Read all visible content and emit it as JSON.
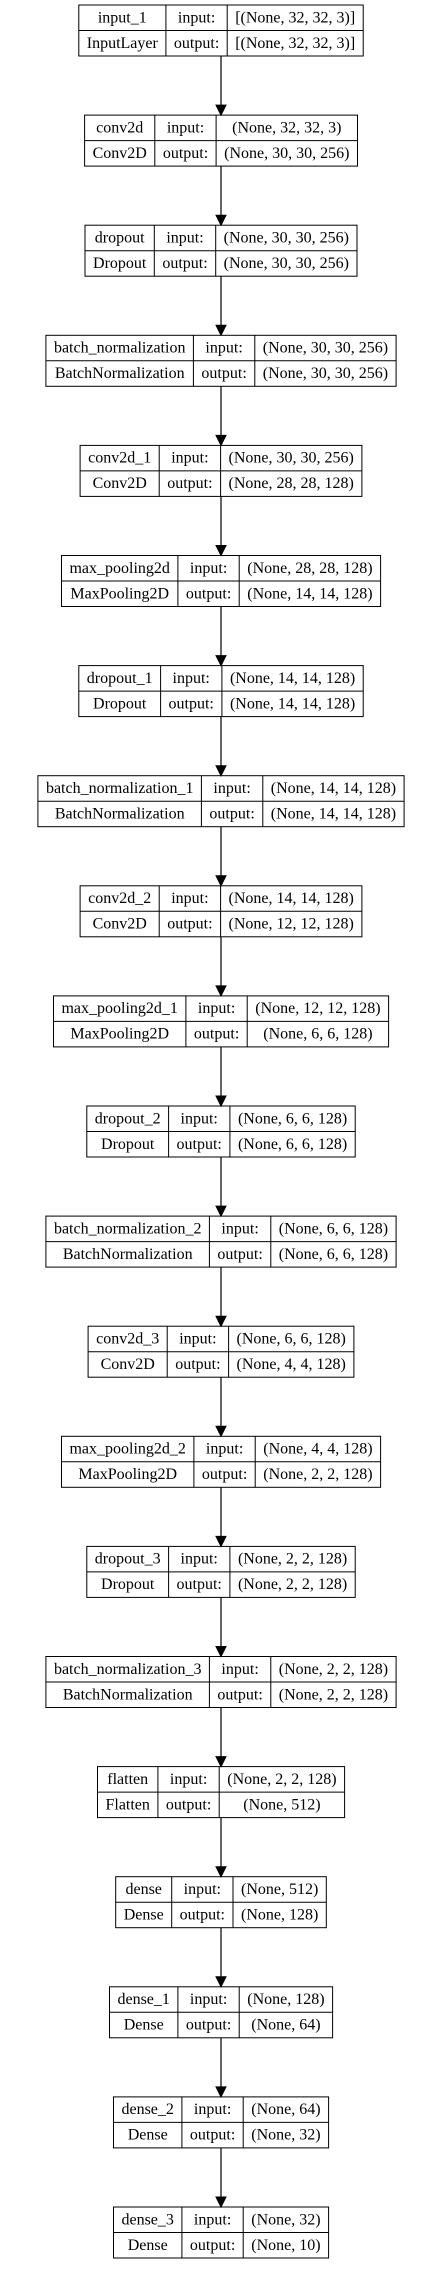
{
  "diagram": {
    "io_labels": {
      "input": "input:",
      "output": "output:"
    },
    "layers": [
      {
        "name": "input_1",
        "type": "InputLayer",
        "input": "[(None, 32, 32, 3)]",
        "output": "[(None, 32, 32, 3)]"
      },
      {
        "name": "conv2d",
        "type": "Conv2D",
        "input": "(None, 32, 32, 3)",
        "output": "(None, 30, 30, 256)"
      },
      {
        "name": "dropout",
        "type": "Dropout",
        "input": "(None, 30, 30, 256)",
        "output": "(None, 30, 30, 256)"
      },
      {
        "name": "batch_normalization",
        "type": "BatchNormalization",
        "input": "(None, 30, 30, 256)",
        "output": "(None, 30, 30, 256)"
      },
      {
        "name": "conv2d_1",
        "type": "Conv2D",
        "input": "(None, 30, 30, 256)",
        "output": "(None, 28, 28, 128)"
      },
      {
        "name": "max_pooling2d",
        "type": "MaxPooling2D",
        "input": "(None, 28, 28, 128)",
        "output": "(None, 14, 14, 128)"
      },
      {
        "name": "dropout_1",
        "type": "Dropout",
        "input": "(None, 14, 14, 128)",
        "output": "(None, 14, 14, 128)"
      },
      {
        "name": "batch_normalization_1",
        "type": "BatchNormalization",
        "input": "(None, 14, 14, 128)",
        "output": "(None, 14, 14, 128)"
      },
      {
        "name": "conv2d_2",
        "type": "Conv2D",
        "input": "(None, 14, 14, 128)",
        "output": "(None, 12, 12, 128)"
      },
      {
        "name": "max_pooling2d_1",
        "type": "MaxPooling2D",
        "input": "(None, 12, 12, 128)",
        "output": "(None, 6, 6, 128)"
      },
      {
        "name": "dropout_2",
        "type": "Dropout",
        "input": "(None, 6, 6, 128)",
        "output": "(None, 6, 6, 128)"
      },
      {
        "name": "batch_normalization_2",
        "type": "BatchNormalization",
        "input": "(None, 6, 6, 128)",
        "output": "(None, 6, 6, 128)"
      },
      {
        "name": "conv2d_3",
        "type": "Conv2D",
        "input": "(None, 6, 6, 128)",
        "output": "(None, 4, 4, 128)"
      },
      {
        "name": "max_pooling2d_2",
        "type": "MaxPooling2D",
        "input": "(None, 4, 4, 128)",
        "output": "(None, 2, 2, 128)"
      },
      {
        "name": "dropout_3",
        "type": "Dropout",
        "input": "(None, 2, 2, 128)",
        "output": "(None, 2, 2, 128)"
      },
      {
        "name": "batch_normalization_3",
        "type": "BatchNormalization",
        "input": "(None, 2, 2, 128)",
        "output": "(None, 2, 2, 128)"
      },
      {
        "name": "flatten",
        "type": "Flatten",
        "input": "(None, 2, 2, 128)",
        "output": "(None, 512)"
      },
      {
        "name": "dense",
        "type": "Dense",
        "input": "(None, 512)",
        "output": "(None, 128)"
      },
      {
        "name": "dense_1",
        "type": "Dense",
        "input": "(None, 128)",
        "output": "(None, 64)"
      },
      {
        "name": "dense_2",
        "type": "Dense",
        "input": "(None, 64)",
        "output": "(None, 32)"
      },
      {
        "name": "dense_3",
        "type": "Dense",
        "input": "(None, 32)",
        "output": "(None, 10)"
      }
    ]
  }
}
